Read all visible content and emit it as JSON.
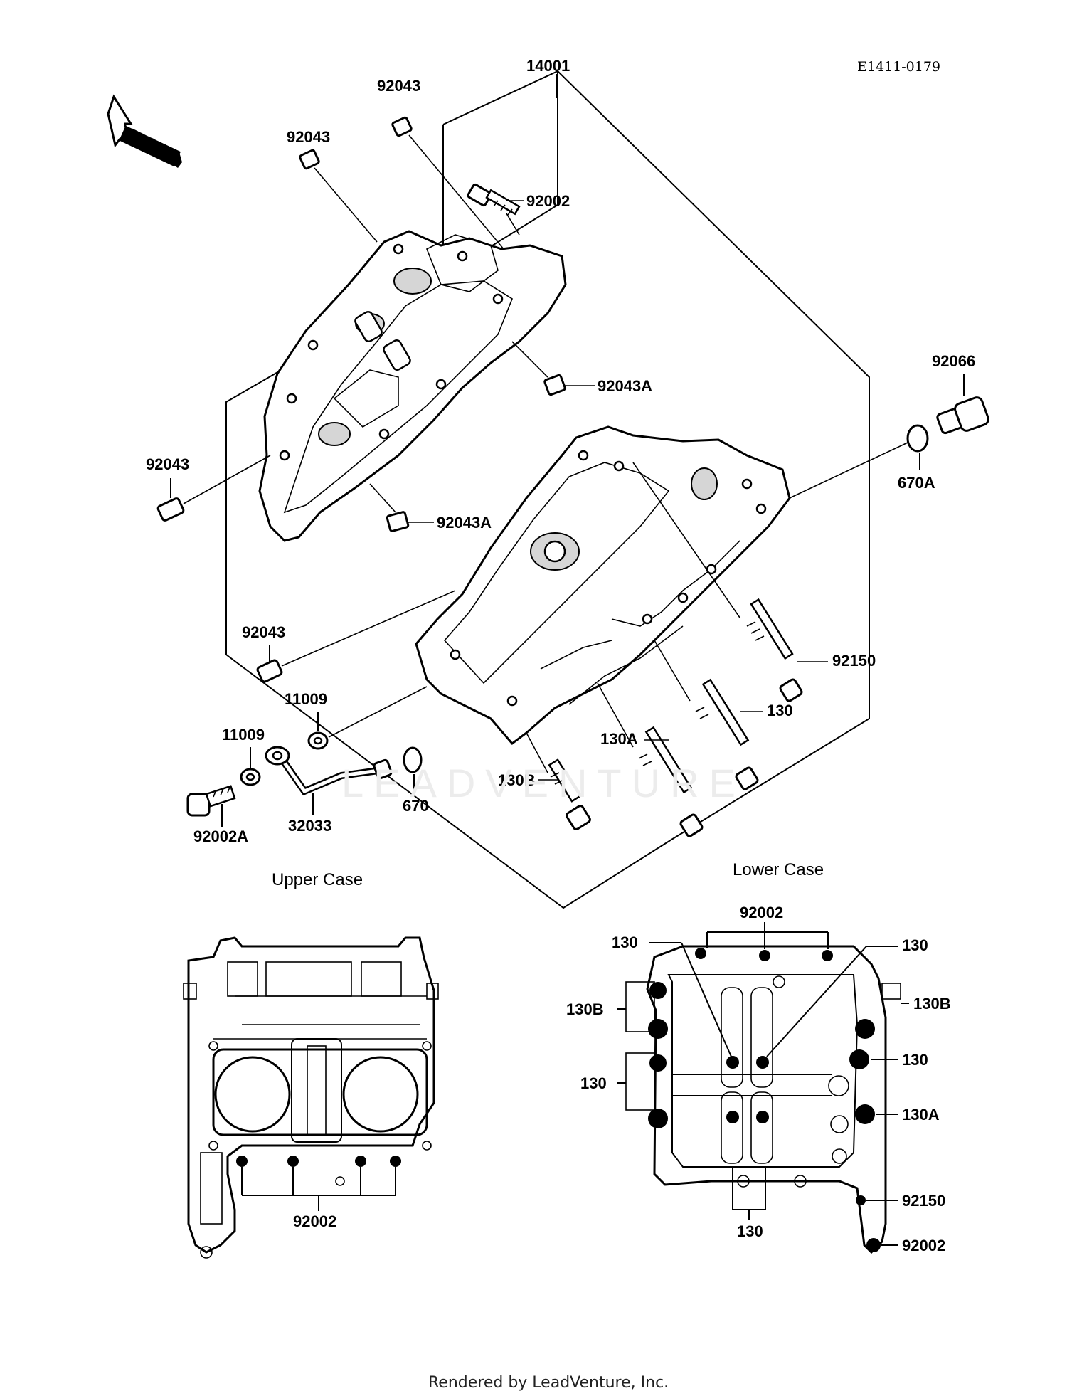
{
  "header": {
    "diagram_code": "E1411-0179",
    "front_arrow_label": "FRONT"
  },
  "captions": {
    "upper_case": "Upper Case",
    "lower_case": "Lower Case"
  },
  "footer": {
    "credit": "Rendered by LeadVenture, Inc."
  },
  "watermark": "LEADVENTURE",
  "callouts": {
    "c14001": "14001",
    "c92043_top": "92043",
    "c92043_upper": "92043",
    "c92002_top": "92002",
    "c92043a_right": "92043A",
    "c92043_left": "92043",
    "c92043a_lower": "92043A",
    "c92066": "92066",
    "c670a": "670A",
    "c92043_mid": "92043",
    "c11009_a": "11009",
    "c11009_b": "11009",
    "c92150": "92150",
    "c130": "130",
    "c130a": "130A",
    "c130b": "130B",
    "c670": "670",
    "c32033": "32033",
    "c92002a": "92002A"
  },
  "upper_view": {
    "c92002": "92002"
  },
  "lower_view": {
    "top_92002": "92002",
    "top_left_130": "130",
    "top_right_130": "130",
    "left_130b": "130B",
    "right_130b": "130B",
    "left_130": "130",
    "right_130": "130",
    "right_130a": "130A",
    "right_92150": "92150",
    "right_92002": "92002",
    "bottom_130": "130"
  }
}
